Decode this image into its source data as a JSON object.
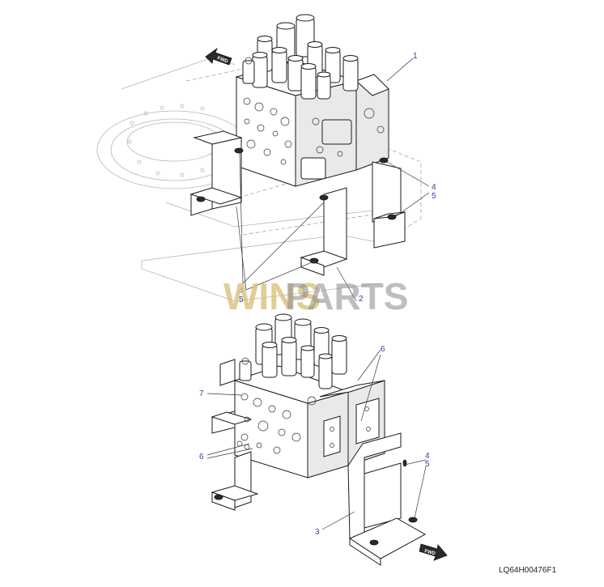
{
  "drawing": {
    "doc_id": "LQ64H00476F1",
    "direction_label": "FWD"
  },
  "callouts_top": [
    "1",
    "4",
    "5",
    "4",
    "5",
    "2"
  ],
  "callouts_bottom": [
    "6",
    "7",
    "6",
    "4",
    "5",
    "3"
  ],
  "watermark": {
    "part1": "WINS",
    "part2": "PARTS"
  }
}
